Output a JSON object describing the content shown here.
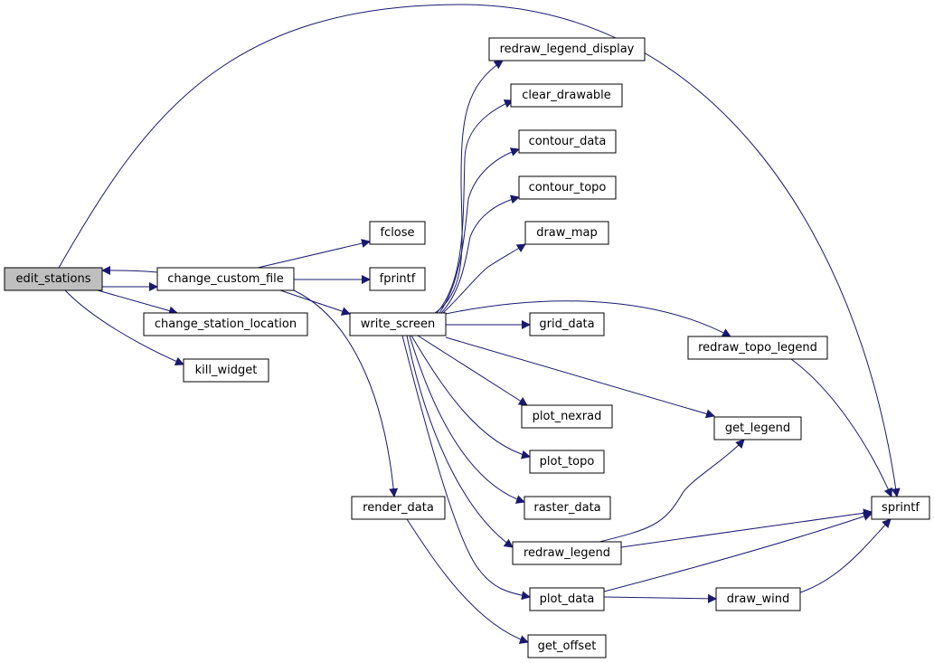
{
  "diagram": {
    "edge_color": "#191970",
    "selected_node_fill": "#bfbfbf",
    "nodes": {
      "edit_stations": {
        "label": "edit_stations",
        "selected": true
      },
      "change_custom_file": {
        "label": "change_custom_file"
      },
      "change_station_location": {
        "label": "change_station_location"
      },
      "kill_widget": {
        "label": "kill_widget"
      },
      "fclose": {
        "label": "fclose"
      },
      "fprintf": {
        "label": "fprintf"
      },
      "write_screen": {
        "label": "write_screen"
      },
      "render_data": {
        "label": "render_data"
      },
      "get_offset": {
        "label": "get_offset"
      },
      "redraw_legend_display": {
        "label": "redraw_legend_display"
      },
      "clear_drawable": {
        "label": "clear_drawable"
      },
      "contour_data": {
        "label": "contour_data"
      },
      "contour_topo": {
        "label": "contour_topo"
      },
      "draw_map": {
        "label": "draw_map"
      },
      "grid_data": {
        "label": "grid_data"
      },
      "plot_nexrad": {
        "label": "plot_nexrad"
      },
      "plot_topo": {
        "label": "plot_topo"
      },
      "raster_data": {
        "label": "raster_data"
      },
      "redraw_legend": {
        "label": "redraw_legend"
      },
      "plot_data": {
        "label": "plot_data"
      },
      "redraw_topo_legend": {
        "label": "redraw_topo_legend"
      },
      "get_legend": {
        "label": "get_legend"
      },
      "sprintf": {
        "label": "sprintf"
      },
      "draw_wind": {
        "label": "draw_wind"
      }
    },
    "edges": [
      {
        "from": "edit_stations",
        "to": "change_custom_file"
      },
      {
        "from": "change_custom_file",
        "to": "edit_stations"
      },
      {
        "from": "edit_stations",
        "to": "change_station_location"
      },
      {
        "from": "edit_stations",
        "to": "kill_widget"
      },
      {
        "from": "edit_stations",
        "to": "sprintf"
      },
      {
        "from": "change_custom_file",
        "to": "fclose"
      },
      {
        "from": "change_custom_file",
        "to": "fprintf"
      },
      {
        "from": "change_custom_file",
        "to": "write_screen"
      },
      {
        "from": "change_custom_file",
        "to": "render_data"
      },
      {
        "from": "render_data",
        "to": "get_offset"
      },
      {
        "from": "write_screen",
        "to": "redraw_legend_display"
      },
      {
        "from": "write_screen",
        "to": "clear_drawable"
      },
      {
        "from": "write_screen",
        "to": "contour_data"
      },
      {
        "from": "write_screen",
        "to": "contour_topo"
      },
      {
        "from": "write_screen",
        "to": "draw_map"
      },
      {
        "from": "write_screen",
        "to": "grid_data"
      },
      {
        "from": "write_screen",
        "to": "redraw_topo_legend"
      },
      {
        "from": "write_screen",
        "to": "get_legend"
      },
      {
        "from": "write_screen",
        "to": "plot_nexrad"
      },
      {
        "from": "write_screen",
        "to": "plot_topo"
      },
      {
        "from": "write_screen",
        "to": "raster_data"
      },
      {
        "from": "write_screen",
        "to": "redraw_legend"
      },
      {
        "from": "write_screen",
        "to": "plot_data"
      },
      {
        "from": "redraw_topo_legend",
        "to": "sprintf"
      },
      {
        "from": "redraw_legend",
        "to": "get_legend"
      },
      {
        "from": "redraw_legend",
        "to": "sprintf"
      },
      {
        "from": "plot_data",
        "to": "draw_wind"
      },
      {
        "from": "plot_data",
        "to": "sprintf"
      },
      {
        "from": "draw_wind",
        "to": "sprintf"
      }
    ]
  }
}
